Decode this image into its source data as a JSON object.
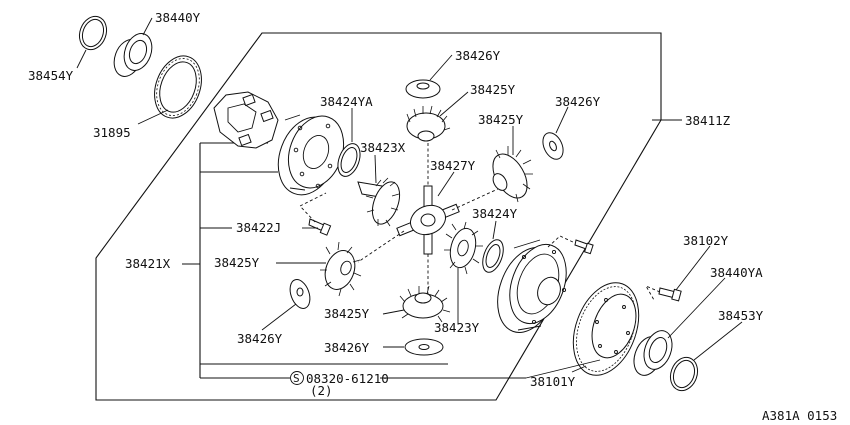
{
  "labels": {
    "p38440Y": "38440Y",
    "p38454Y": "38454Y",
    "p31895": "31895",
    "p38426Y_top": "38426Y",
    "p38425Y_top": "38425Y",
    "p38424YA": "38424YA",
    "p38426Y_right": "38426Y",
    "p38425Y_right": "38425Y",
    "p38411Z": "38411Z",
    "p38423X": "38423X",
    "p38427Y": "38427Y",
    "p38424Y": "38424Y",
    "p38422J": "38422J",
    "p38421X": "38421X",
    "p38425Y_left": "38425Y",
    "p38102Y": "38102Y",
    "p38440YA": "38440YA",
    "p38453Y": "38453Y",
    "p38426Y_left": "38426Y",
    "p38425Y_bottom": "38425Y",
    "p38423Y": "38423Y",
    "p38426Y_bottom": "38426Y",
    "p38101Y": "38101Y",
    "bolt_part": "08320-61210",
    "bolt_qty": "(2)",
    "bolt_symbol": "S"
  },
  "diagram_code": "A381A 0153"
}
